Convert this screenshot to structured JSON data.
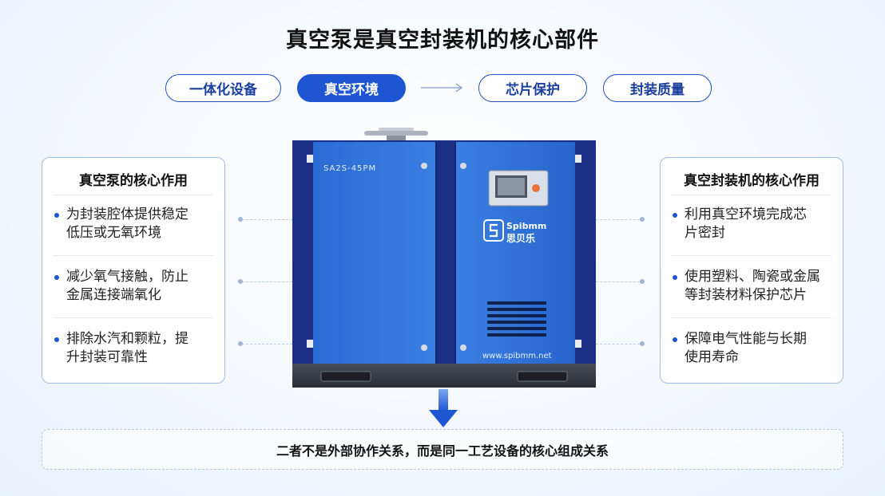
{
  "title": "真空泵是真空封装机的核心部件",
  "tabs": [
    {
      "label": "一体化设备",
      "active": false
    },
    {
      "label": "真空环境",
      "active": true
    },
    {
      "label": "芯片保护",
      "active": false
    },
    {
      "label": "封装质量",
      "active": false
    }
  ],
  "left_card": {
    "title": "真空泵的核心作用",
    "items": [
      [
        "为封装腔体提供稳定",
        "低压或无氧环境"
      ],
      [
        "减少氧气接触，防止",
        "金属连接端氧化"
      ],
      [
        "排除水汽和颗粒，提",
        "升封装可靠性"
      ]
    ]
  },
  "right_card": {
    "title": "真空封装机的核心作用",
    "items": [
      [
        "利用真空环境完成芯",
        "片密封"
      ],
      [
        "使用塑料、陶瓷或金属",
        "等封装材料保护芯片"
      ],
      [
        "保障电气性能与长期",
        "使用寿命"
      ]
    ]
  },
  "machine": {
    "model": "SA2S-45PM",
    "brand_en": "Spibmm",
    "brand_cn": "思贝乐",
    "website": "www.spibmm.net"
  },
  "conclusion": "二者不是外部协作关系，而是同一工艺设备的核心组成关系",
  "colors": {
    "accent": "#1e55d2",
    "machine_blue": "#2c6fd6",
    "machine_navy": "#1b2f86"
  }
}
